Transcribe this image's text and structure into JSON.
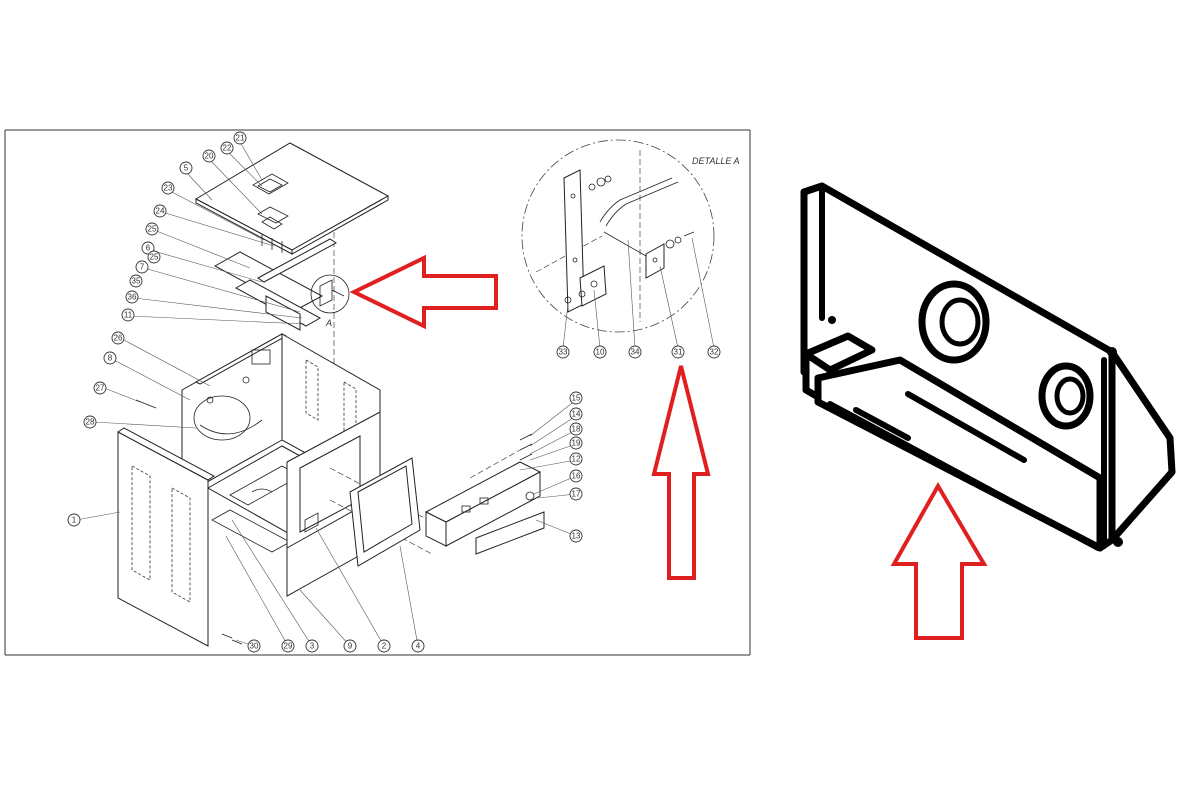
{
  "detail_title": "DETALLE A",
  "detail_marker": "A",
  "callouts": {
    "c1": "1",
    "c2": "2",
    "c3": "3",
    "c4": "4",
    "c5": "5",
    "c6": "6",
    "c7": "7",
    "c8": "8",
    "c9": "9",
    "c10": "10",
    "c11": "11",
    "c12": "12",
    "c13": "13",
    "c14": "14",
    "c15": "15",
    "c16": "16",
    "c17": "17",
    "c18": "18",
    "c19": "19",
    "c20": "20",
    "c21": "21",
    "c22": "22",
    "c23": "23",
    "c24": "24",
    "c25": "25",
    "c26": "26",
    "c27": "27",
    "c28": "28",
    "c29": "29",
    "c30": "30",
    "c31": "31",
    "c32": "32",
    "c33": "33",
    "c34": "34",
    "c35": "35",
    "c36": "36"
  },
  "colors": {
    "arrow": "#e02020",
    "line": "#222222",
    "background": "#ffffff"
  }
}
